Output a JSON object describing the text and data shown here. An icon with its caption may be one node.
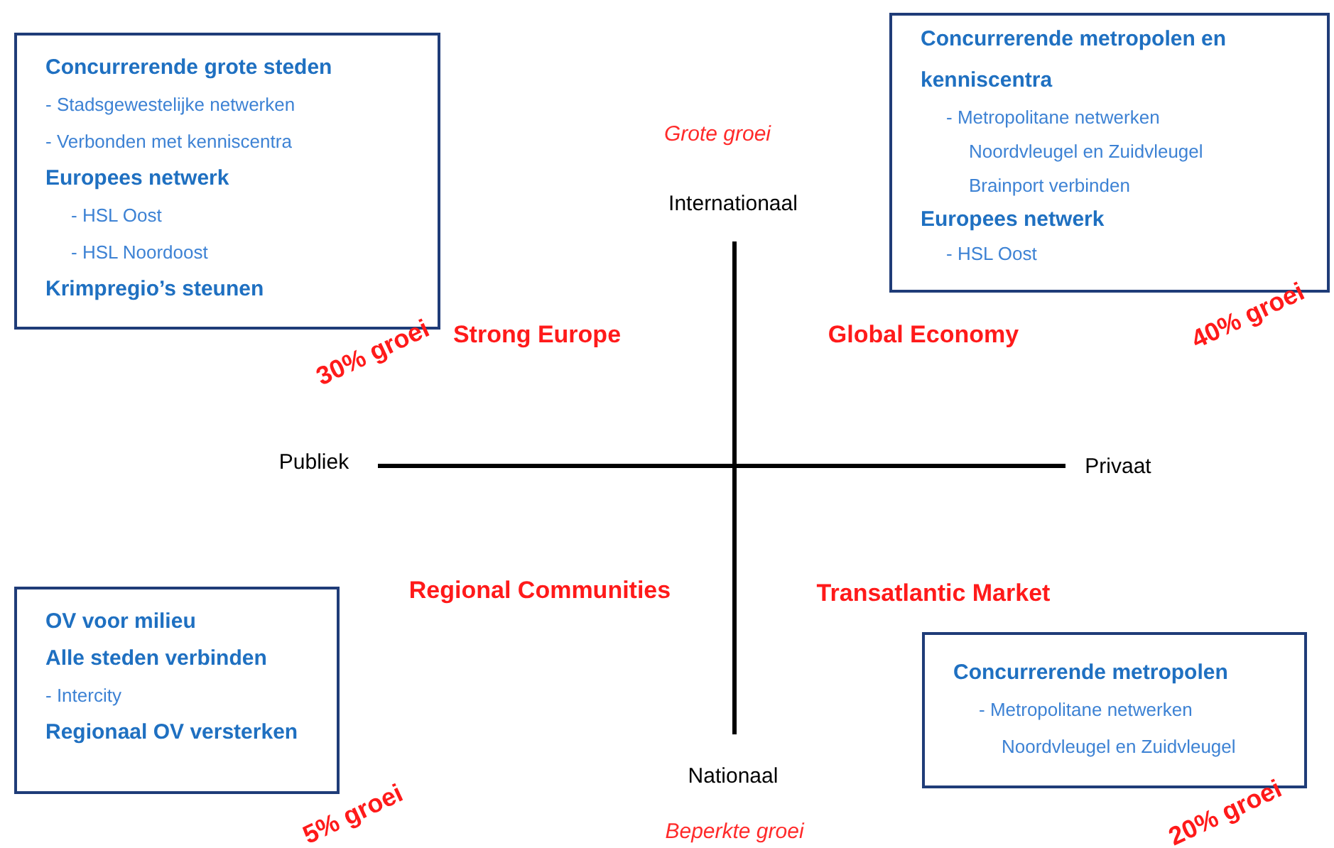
{
  "diagram": {
    "nodes": [
      {
        "text": [
          "Concurrerende grote steden",
          "- Stadsgewestelijke netwerken",
          "- Verbonden met kenniscentra",
          "Europees netwerk",
          "- HSL Oost",
          "- HSL Noordoost",
          "Krimpregio’s steunen"
        ],
        "beside": [
          "30% groei"
        ]
      },
      {
        "text": [
          "Concurrerende metropolen en kenniscentra",
          "- Metropolitane netwerken",
          "Noordvleugel en Zuidvleugel",
          "Brainport verbinden",
          "Europees netwerk",
          "- HSL Oost"
        ],
        "beside": [
          "40% groei"
        ]
      },
      {
        "text": [
          "OV voor milieu",
          "Alle steden verbinden",
          "- Intercity",
          "Regionaal OV versterken"
        ],
        "beside": [
          "5% groei"
        ]
      },
      {
        "text": [
          "Concurrerende metropolen",
          "- Metropolitane netwerken",
          "Noordvleugel en Zuidvleugel"
        ],
        "beside": [
          "20% groei"
        ]
      }
    ],
    "edges": [],
    "labels": [
      "Grote groei",
      "Internationaal",
      "Strong Europe",
      "Global Economy",
      "Publiek",
      "Privaat",
      "Regional Communities",
      "Transatlantic Market",
      "Nationaal",
      "Beperkte groei"
    ]
  }
}
